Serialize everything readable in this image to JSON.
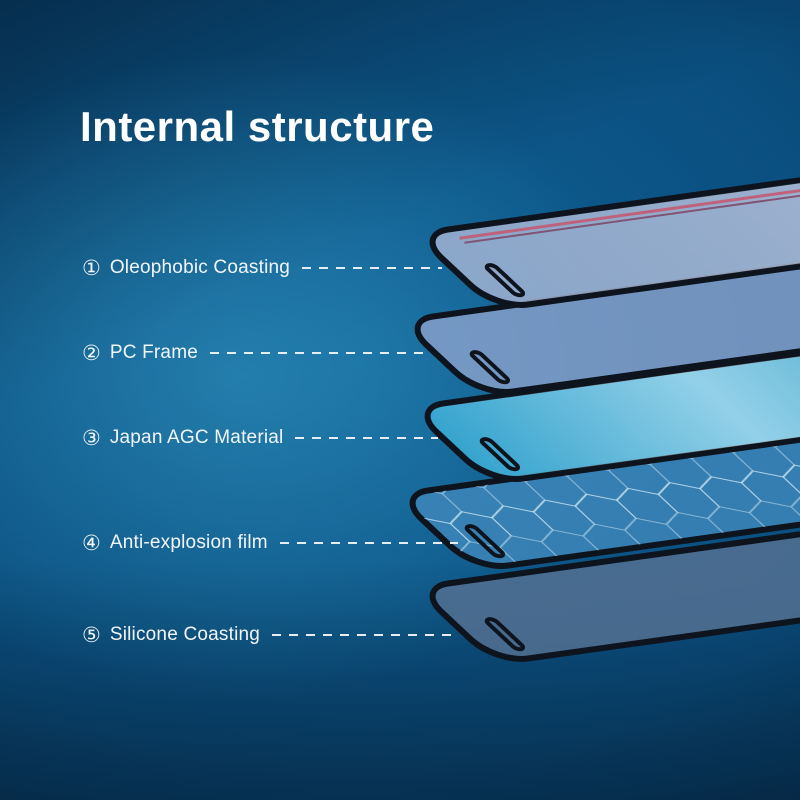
{
  "title": "Internal structure",
  "layers": [
    {
      "num": "①",
      "label": "Oleophobic Coasting",
      "fill": "#a9b6d6"
    },
    {
      "num": "②",
      "label": "PC Frame",
      "fill": "#8ba2cc"
    },
    {
      "num": "③",
      "label": "Japan AGC Material",
      "fill": "#3aa9d3"
    },
    {
      "num": "④",
      "label": "Anti-explosion film",
      "fill": "#3d86ba"
    },
    {
      "num": "⑤",
      "label": "Silicone Coasting",
      "fill": "#557192"
    }
  ],
  "colors": {
    "background_base": "#0a4e7e",
    "background_highlight": "#3ea5cd",
    "vignette": "#03162a",
    "frame_stroke": "#0e141d",
    "sheen_line": "#c45a73",
    "hex_pattern": "#d6eef8",
    "label_text": "#f2f6fa",
    "title_text": "#ffffff"
  }
}
